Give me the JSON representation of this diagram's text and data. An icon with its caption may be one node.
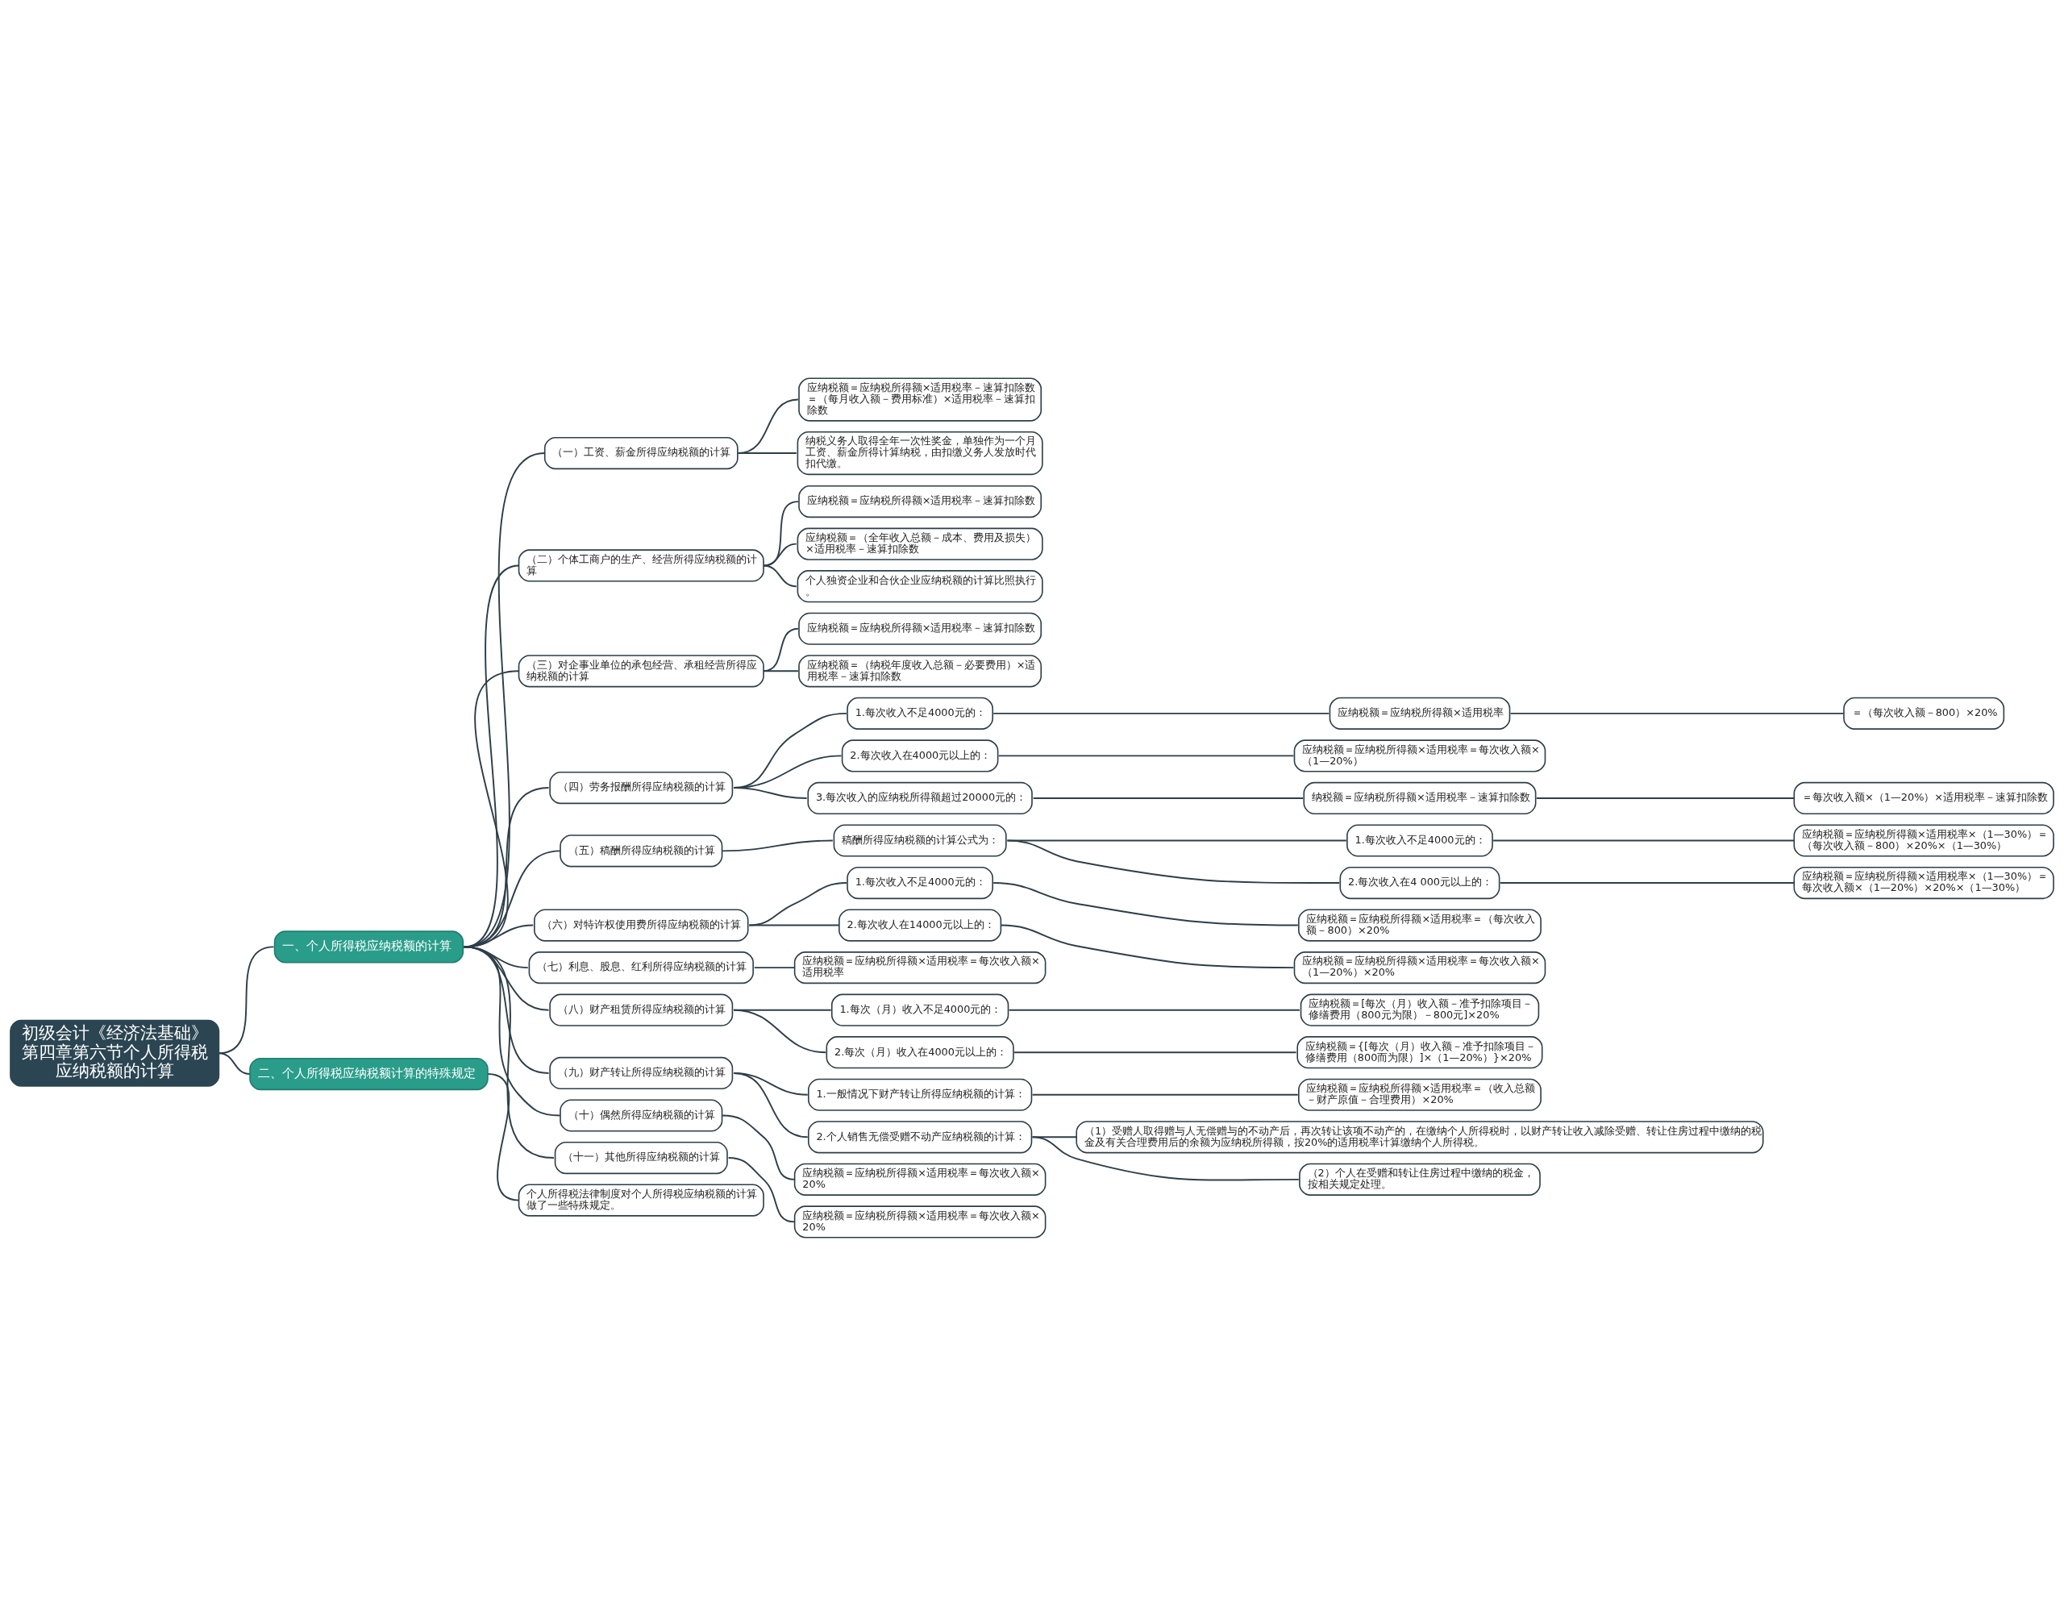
{
  "diagram": {
    "nodes": [
      {
        "text": [
          "初级会计《经济法基础》第四章第六节个人所得税应纳税额的计算"
        ]
      },
      {
        "text": [
          "一、个人所得税应纳税额的计算"
        ]
      },
      {
        "text": [
          "（一）工资、薪金所得应纳税额的计算"
        ]
      },
      {
        "text": [
          "应纳税额＝应纳税所得额×适用税率－速算扣除数＝（每月收入额－费用标准）×适用税率－速算扣除数"
        ]
      },
      {
        "text": [
          "纳税义务人取得全年一次性奖金，单独作为一个月工资、薪金所得计算纳税，由扣缴义务人发放时代扣代缴。"
        ]
      },
      {
        "text": [
          "（二）个体工商户的生产、经营所得应纳税额的计算"
        ]
      },
      {
        "text": [
          "应纳税额＝应纳税所得额×适用税率－速算扣除数"
        ]
      },
      {
        "text": [
          "应纳税额＝（全年收入总额－成本、费用及损失）×适用税率－速算扣除数"
        ]
      },
      {
        "text": [
          "个人独资企业和合伙企业应纳税额的计算比照执行。"
        ]
      },
      {
        "text": [
          "（三）对企事业单位的承包经营、承租经营所得应纳税额的计算"
        ]
      },
      {
        "text": [
          "应纳税额＝应纳税所得额×适用税率－速算扣除数"
        ]
      },
      {
        "text": [
          "应纳税额＝（纳税年度收入总额－必要费用）×适用税率－速算扣除数"
        ]
      },
      {
        "text": [
          "（四）劳务报酬所得应纳税额的计算"
        ]
      },
      {
        "text": [
          "1.每次收入不足4000元的："
        ]
      },
      {
        "text": [
          "应纳税额＝应纳税所得额×适用税率"
        ]
      },
      {
        "text": [
          "＝（每次收入额－800）×20%"
        ]
      },
      {
        "text": [
          "2.每次收入在4000元以上的："
        ]
      },
      {
        "text": [
          "应纳税额＝应纳税所得额×适用税率＝每次收入额×（1—20%）"
        ]
      },
      {
        "text": [
          "3.每次收入的应纳税所得额超过20000元的："
        ]
      },
      {
        "text": [
          "纳税额＝应纳税所得额×适用税率－速算扣除数"
        ]
      },
      {
        "text": [
          "＝每次收入额×（1—20%）×适用税率－速算扣除数"
        ]
      },
      {
        "text": [
          "（五）稿酬所得应纳税额的计算"
        ]
      },
      {
        "text": [
          "稿酬所得应纳税额的计算公式为："
        ]
      },
      {
        "text": [
          "1.每次收入不足4000元的："
        ]
      },
      {
        "text": [
          "应纳税额＝应纳税所得额×适用税率×（1—30%）＝（每次收入额－800）×20%×（1—30%）"
        ]
      },
      {
        "text": [
          "2.每次收入在4 000元以上的："
        ]
      },
      {
        "text": [
          "应纳税额＝应纳税所得额×适用税率×（1—30%）＝每次收入额×（1—20%）×20%×（1—30%）"
        ]
      },
      {
        "text": [
          "（六）对特许权使用费所得应纳税额的计算"
        ]
      },
      {
        "text": [
          "1.每次收入不足4000元的："
        ]
      },
      {
        "text": [
          "应纳税额＝应纳税所得额×适用税率＝（每次收入额－800）×20%"
        ]
      },
      {
        "text": [
          "2.每次收人在14000元以上的："
        ]
      },
      {
        "text": [
          "应纳税额＝应纳税所得额×适用税率＝每次收入额×（1—20%）×20%"
        ]
      },
      {
        "text": [
          "（七）利息、股息、红利所得应纳税额的计算"
        ]
      },
      {
        "text": [
          "应纳税额＝应纳税所得额×适用税率＝每次收入额×适用税率"
        ]
      },
      {
        "text": [
          "（八）财产租赁所得应纳税额的计算"
        ]
      },
      {
        "text": [
          "1.每次（月）收入不足4000元的："
        ]
      },
      {
        "text": [
          "应纳税额＝[每次（月）收入额－准予扣除项目－修缮费用（800元为限）－800元]×20%"
        ]
      },
      {
        "text": [
          "2.每次（月）收入在4000元以上的："
        ]
      },
      {
        "text": [
          "应纳税额＝{[每次（月）收入额－准予扣除项目－修缮费用（800而为限）]×（1—20%）}×20%"
        ]
      },
      {
        "text": [
          "（九）财产转让所得应纳税额的计算"
        ]
      },
      {
        "text": [
          "1.一般情况下财产转让所得应纳税额的计算："
        ]
      },
      {
        "text": [
          "应纳税额＝应纳税所得额×适用税率＝（收入总额－财产原值－合理费用）×20%"
        ]
      },
      {
        "text": [
          "2.个人销售无偿受赠不动产应纳税额的计算："
        ]
      },
      {
        "text": [
          "（1）受赠人取得赠与人无偿赠与的不动产后，再次转让该项不动产的，在缴纳个人所得税时，以财产转让收入减除受赠、转让住房过程中缴纳的税金及有关合理费用后的余额为应纳税所得额，按20%的适用税率计算缴纳个人所得税。"
        ]
      },
      {
        "text": [
          "（2）个人在受赠和转让住房过程中缴纳的税金，按相关规定处理。"
        ]
      },
      {
        "text": [
          "（十）偶然所得应纳税额的计算"
        ]
      },
      {
        "text": [
          "应纳税额＝应纳税所得额×适用税率＝每次收入额×20%"
        ]
      },
      {
        "text": [
          "（十一）其他所得应纳税额的计算"
        ]
      },
      {
        "text": [
          "应纳税额＝应纳税所得额×适用税率＝每次收入额×20%"
        ]
      },
      {
        "text": [
          "二、个人所得税应纳税额计算的特殊规定"
        ]
      },
      {
        "text": [
          "个人所得税法律制度对个人所得税应纳税额的计算做了一些特殊规定。"
        ]
      }
    ],
    "edges": [
      {
        "from": 0,
        "to": 1,
        "arrow": "none"
      },
      {
        "from": 1,
        "to": 2,
        "arrow": "none"
      },
      {
        "from": 2,
        "to": 3,
        "arrow": "none"
      },
      {
        "from": 2,
        "to": 4,
        "arrow": "none"
      },
      {
        "from": 1,
        "to": 5,
        "arrow": "none"
      },
      {
        "from": 5,
        "to": 6,
        "arrow": "none"
      },
      {
        "from": 5,
        "to": 7,
        "arrow": "none"
      },
      {
        "from": 5,
        "to": 8,
        "arrow": "none"
      },
      {
        "from": 1,
        "to": 9,
        "arrow": "none"
      },
      {
        "from": 9,
        "to": 10,
        "arrow": "none"
      },
      {
        "from": 9,
        "to": 11,
        "arrow": "none"
      },
      {
        "from": 1,
        "to": 12,
        "arrow": "none"
      },
      {
        "from": 12,
        "to": 13,
        "arrow": "none"
      },
      {
        "from": 13,
        "to": 14,
        "arrow": "none"
      },
      {
        "from": 14,
        "to": 15,
        "arrow": "none"
      },
      {
        "from": 12,
        "to": 16,
        "arrow": "none"
      },
      {
        "from": 16,
        "to": 17,
        "arrow": "none"
      },
      {
        "from": 12,
        "to": 18,
        "arrow": "none"
      },
      {
        "from": 18,
        "to": 19,
        "arrow": "none"
      },
      {
        "from": 19,
        "to": 20,
        "arrow": "none"
      },
      {
        "from": 1,
        "to": 21,
        "arrow": "none"
      },
      {
        "from": 21,
        "to": 22,
        "arrow": "none"
      },
      {
        "from": 22,
        "to": 23,
        "arrow": "none"
      },
      {
        "from": 23,
        "to": 24,
        "arrow": "none"
      },
      {
        "from": 22,
        "to": 25,
        "arrow": "none"
      },
      {
        "from": 25,
        "to": 26,
        "arrow": "none"
      },
      {
        "from": 1,
        "to": 27,
        "arrow": "none"
      },
      {
        "from": 27,
        "to": 28,
        "arrow": "none"
      },
      {
        "from": 28,
        "to": 29,
        "arrow": "none"
      },
      {
        "from": 27,
        "to": 30,
        "arrow": "none"
      },
      {
        "from": 30,
        "to": 31,
        "arrow": "none"
      },
      {
        "from": 1,
        "to": 32,
        "arrow": "none"
      },
      {
        "from": 32,
        "to": 33,
        "arrow": "none"
      },
      {
        "from": 1,
        "to": 34,
        "arrow": "none"
      },
      {
        "from": 34,
        "to": 35,
        "arrow": "none"
      },
      {
        "from": 35,
        "to": 36,
        "arrow": "none"
      },
      {
        "from": 34,
        "to": 37,
        "arrow": "none"
      },
      {
        "from": 37,
        "to": 38,
        "arrow": "none"
      },
      {
        "from": 1,
        "to": 39,
        "arrow": "none"
      },
      {
        "from": 39,
        "to": 40,
        "arrow": "none"
      },
      {
        "from": 40,
        "to": 41,
        "arrow": "none"
      },
      {
        "from": 39,
        "to": 42,
        "arrow": "none"
      },
      {
        "from": 42,
        "to": 43,
        "arrow": "none"
      },
      {
        "from": 42,
        "to": 44,
        "arrow": "none"
      },
      {
        "from": 1,
        "to": 45,
        "arrow": "none"
      },
      {
        "from": 45,
        "to": 46,
        "arrow": "none"
      },
      {
        "from": 1,
        "to": 47,
        "arrow": "none"
      },
      {
        "from": 47,
        "to": 48,
        "arrow": "none"
      },
      {
        "from": 0,
        "to": 49,
        "arrow": "none"
      },
      {
        "from": 49,
        "to": 50,
        "arrow": "none"
      }
    ]
  }
}
